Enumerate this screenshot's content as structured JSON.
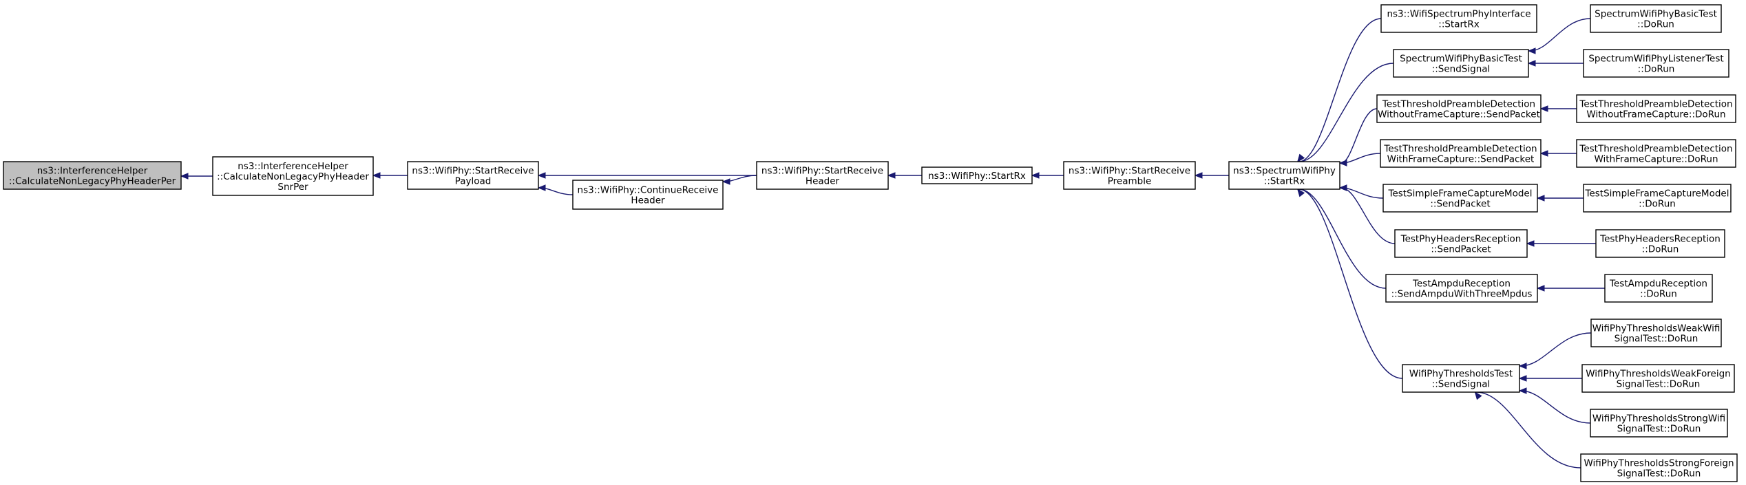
{
  "diagram": {
    "type": "doxygen caller graph",
    "edge_color": "#191970",
    "root_fill": "#bfbfbf",
    "nodes": [
      {
        "id": "n0",
        "lines": [
          "ns3::InterferenceHelper",
          "::CalculateNonLegacyPhyHeaderPer"
        ],
        "root": true
      },
      {
        "id": "n1",
        "lines": [
          "ns3::InterferenceHelper",
          "::CalculateNonLegacyPhyHeader",
          "SnrPer"
        ]
      },
      {
        "id": "n2",
        "lines": [
          "ns3::WifiPhy::StartReceive",
          "Payload"
        ]
      },
      {
        "id": "n3",
        "lines": [
          "ns3::WifiPhy::ContinueReceive",
          "Header"
        ]
      },
      {
        "id": "n4",
        "lines": [
          "ns3::WifiPhy::StartReceive",
          "Header"
        ]
      },
      {
        "id": "n5",
        "lines": [
          "ns3::WifiPhy::StartRx"
        ]
      },
      {
        "id": "n6",
        "lines": [
          "ns3::WifiPhy::StartReceive",
          "Preamble"
        ]
      },
      {
        "id": "n7",
        "lines": [
          "ns3::SpectrumWifiPhy",
          "::StartRx"
        ]
      },
      {
        "id": "n8",
        "lines": [
          "ns3::WifiSpectrumPhyInterface",
          "::StartRx"
        ]
      },
      {
        "id": "n9",
        "lines": [
          "SpectrumWifiPhyBasicTest",
          "::SendSignal"
        ]
      },
      {
        "id": "n10",
        "lines": [
          "TestThresholdPreambleDetection",
          "WithoutFrameCapture::SendPacket"
        ]
      },
      {
        "id": "n11",
        "lines": [
          "TestThresholdPreambleDetection",
          "WithFrameCapture::SendPacket"
        ]
      },
      {
        "id": "n12",
        "lines": [
          "TestSimpleFrameCaptureModel",
          "::SendPacket"
        ]
      },
      {
        "id": "n13",
        "lines": [
          "TestPhyHeadersReception",
          "::SendPacket"
        ]
      },
      {
        "id": "n14",
        "lines": [
          "TestAmpduReception",
          "::SendAmpduWithThreeMpdus"
        ]
      },
      {
        "id": "n15",
        "lines": [
          "WifiPhyThresholdsTest",
          "::SendSignal"
        ]
      },
      {
        "id": "n16",
        "lines": [
          "SpectrumWifiPhyBasicTest",
          "::DoRun"
        ]
      },
      {
        "id": "n17",
        "lines": [
          "SpectrumWifiPhyListenerTest",
          "::DoRun"
        ]
      },
      {
        "id": "n18",
        "lines": [
          "TestThresholdPreambleDetection",
          "WithoutFrameCapture::DoRun"
        ]
      },
      {
        "id": "n19",
        "lines": [
          "TestThresholdPreambleDetection",
          "WithFrameCapture::DoRun"
        ]
      },
      {
        "id": "n20",
        "lines": [
          "TestSimpleFrameCaptureModel",
          "::DoRun"
        ]
      },
      {
        "id": "n21",
        "lines": [
          "TestPhyHeadersReception",
          "::DoRun"
        ]
      },
      {
        "id": "n22",
        "lines": [
          "TestAmpduReception",
          "::DoRun"
        ]
      },
      {
        "id": "n23",
        "lines": [
          "WifiPhyThresholdsWeakWifi",
          "SignalTest::DoRun"
        ]
      },
      {
        "id": "n24",
        "lines": [
          "WifiPhyThresholdsWeakForeign",
          "SignalTest::DoRun"
        ]
      },
      {
        "id": "n25",
        "lines": [
          "WifiPhyThresholdsStrongWifi",
          "SignalTest::DoRun"
        ]
      },
      {
        "id": "n26",
        "lines": [
          "WifiPhyThresholdsStrongForeign",
          "SignalTest::DoRun"
        ]
      }
    ],
    "edges": [
      [
        "n1",
        "n0"
      ],
      [
        "n2",
        "n1"
      ],
      [
        "n4",
        "n2"
      ],
      [
        "n3",
        "n2"
      ],
      [
        "n4",
        "n3"
      ],
      [
        "n5",
        "n4"
      ],
      [
        "n6",
        "n5"
      ],
      [
        "n7",
        "n6"
      ],
      [
        "n8",
        "n7"
      ],
      [
        "n9",
        "n7"
      ],
      [
        "n10",
        "n7"
      ],
      [
        "n11",
        "n7"
      ],
      [
        "n12",
        "n7"
      ],
      [
        "n13",
        "n7"
      ],
      [
        "n14",
        "n7"
      ],
      [
        "n15",
        "n7"
      ],
      [
        "n16",
        "n9"
      ],
      [
        "n17",
        "n9"
      ],
      [
        "n18",
        "n10"
      ],
      [
        "n19",
        "n11"
      ],
      [
        "n20",
        "n12"
      ],
      [
        "n21",
        "n13"
      ],
      [
        "n22",
        "n14"
      ],
      [
        "n23",
        "n15"
      ],
      [
        "n24",
        "n15"
      ],
      [
        "n25",
        "n15"
      ],
      [
        "n26",
        "n15"
      ]
    ]
  }
}
